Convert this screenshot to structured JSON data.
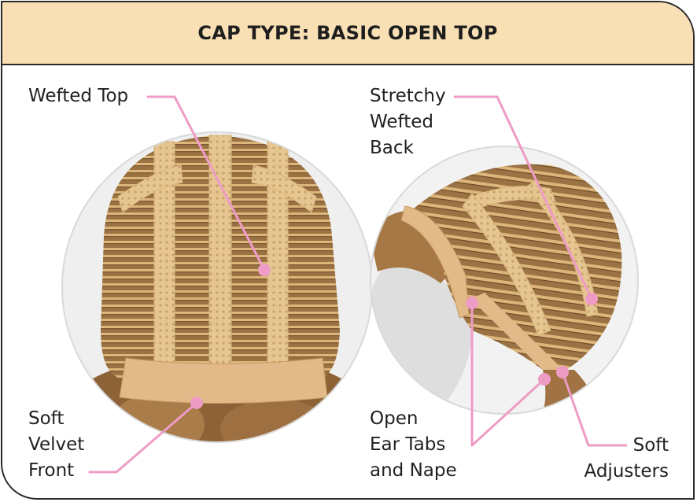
{
  "title": "CAP TYPE: BASIC OPEN TOP",
  "colors": {
    "header_bg": "#f8dfb4",
    "border": "#2a2a2a",
    "callout_line": "#ee9cc6",
    "lace": "#e3c38c",
    "hair": "#9b7345"
  },
  "images": {
    "left": "wig-cap-top-view-photo",
    "right": "wig-cap-side-view-on-mannequin-photo"
  },
  "callouts": {
    "wefted_top": [
      "Wefted Top"
    ],
    "soft_velvet_front": [
      "Soft",
      "Velvet",
      "Front"
    ],
    "stretchy_wefted_back": [
      "Stretchy",
      "Wefted",
      "Back"
    ],
    "open_ear_tabs": [
      "Open",
      "Ear Tabs",
      "and Nape"
    ],
    "soft_adjusters": [
      "Soft",
      "Adjusters"
    ]
  }
}
